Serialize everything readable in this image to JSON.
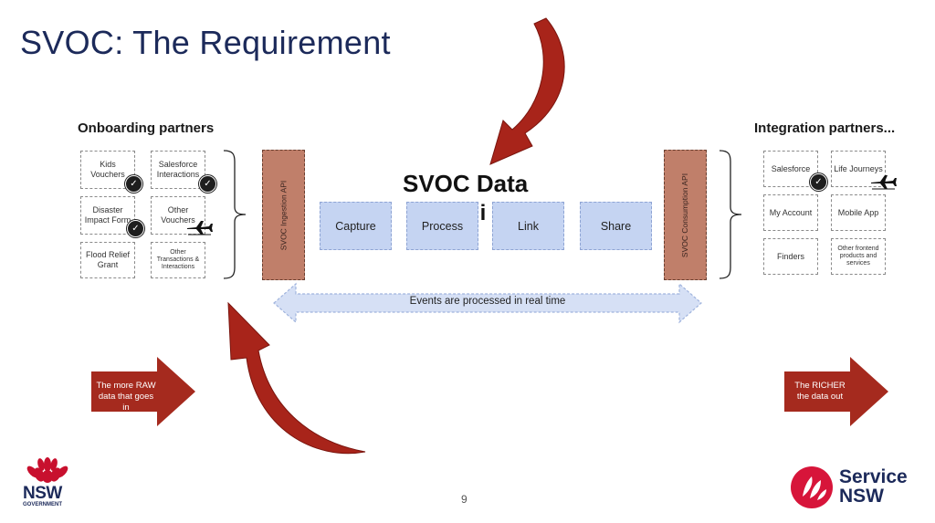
{
  "title": "SVOC: The Requirement",
  "onboarding": {
    "heading": "Onboarding partners",
    "items": [
      "Kids Vouchers",
      "Salesforce Interactions",
      "Disaster Impact Form",
      "Other Vouchers",
      "Flood Relief Grant",
      "Other Transactions & Interactions"
    ]
  },
  "integration": {
    "heading": "Integration partners...",
    "items": [
      "Salesforce",
      "Life Journeys",
      "My Account",
      "Mobile App",
      "Finders",
      "Other frontend products and services"
    ]
  },
  "ingestion_api": "SVOC Ingestion API",
  "consumption_api": "SVOC Consumption API",
  "platform": {
    "title_line1": "SVOC Data",
    "title_line2_partial": "li",
    "stages": [
      "Capture",
      "Process",
      "Link",
      "Share"
    ]
  },
  "events_label": "Events are processed in real time",
  "raw_label": "The more RAW data that goes in",
  "richer_label": "The RICHER the data out",
  "page_number": "9",
  "nsw_logo": {
    "line1": "NSW",
    "line2": "GOVERNMENT"
  },
  "service_logo": {
    "line1": "Service",
    "line2": "NSW"
  },
  "colors": {
    "title": "#1c2a5a",
    "api": "#c07f6a",
    "stage": "#c5d4f2",
    "arrow_red": "#a52a1e",
    "events": "#d6e0f5"
  }
}
